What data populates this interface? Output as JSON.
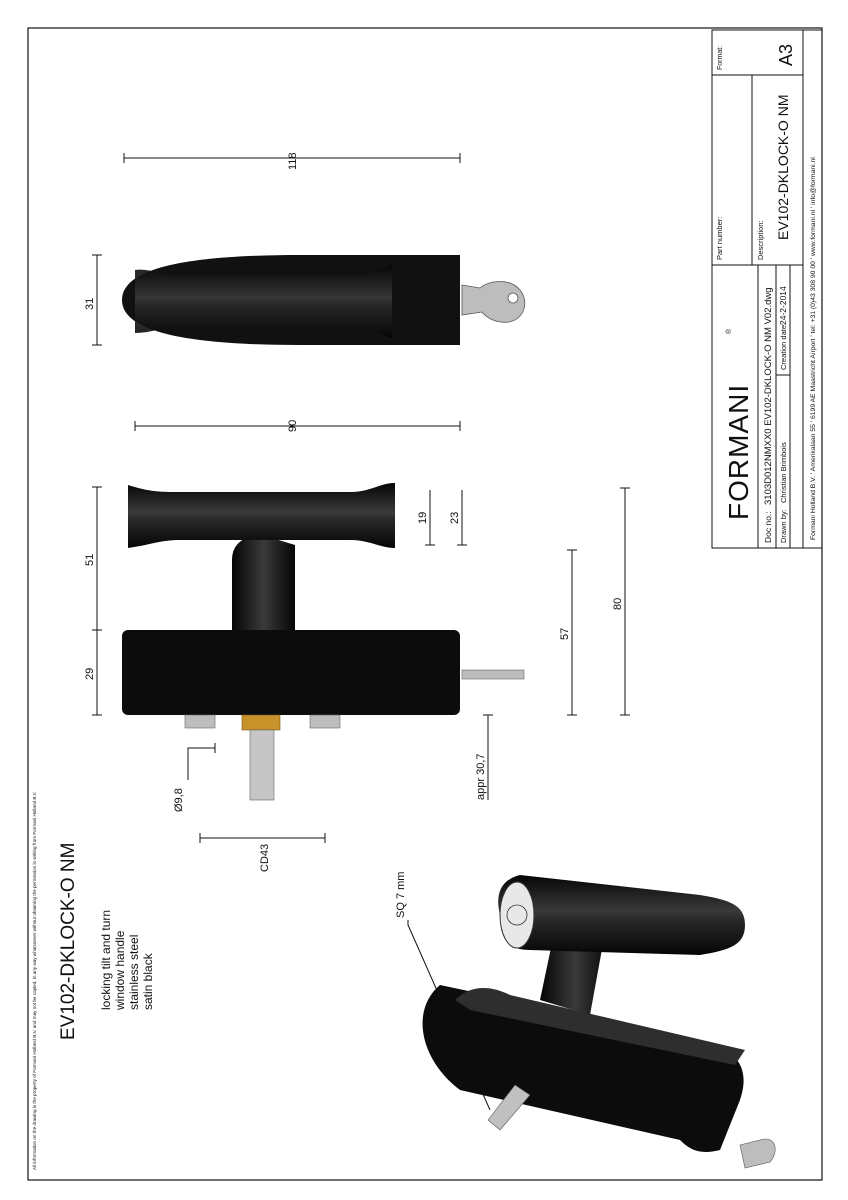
{
  "disclaimer": "All information on the drawing is the property of Formani Holland B.V. and may not be copied, in any way whatsoever without obtaining the permission in writing from Formani Holland B.V.",
  "title": "EV102-DKLOCK-O NM",
  "description_lines": [
    "locking tilt and turn",
    "window handle",
    "stainless steel",
    "satin black"
  ],
  "dimensions": {
    "d118": "118",
    "d31": "31",
    "d90": "90",
    "d51": "51",
    "d29": "29",
    "d19": "19",
    "d23": "23",
    "d57": "57",
    "d80": "80",
    "d_dia": "Ø9,8",
    "d_appr": "appr 30,7",
    "d_cd": "CD43",
    "d_sq": "SQ 7 mm"
  },
  "title_block": {
    "logo": "FORMANI",
    "logo_mark": "®",
    "part_number_label": "Part number:",
    "description_label": "Description:",
    "description_value": "EV102-DKLOCK-O NM",
    "format_label": "Format:",
    "format_value": "A3",
    "doc_no_label": "Doc no.:",
    "doc_no_value": "3103D012NMXX0 EV102-DKLOCK-O NM V02.dwg",
    "drawn_by_label": "Drawn by:",
    "drawn_by_value": "Christian Brimbois",
    "creation_date_label": "Creation date:",
    "creation_date_value": "24-2-2014",
    "footer": "Formani Holland B.V. ' Amerikalaan 55 ' 6199 AE Maastricht Airport ' tel: +31 (0)43 308 90 00 ' www.formani.nl ' info@formani.nl"
  },
  "colors": {
    "product": "#111111",
    "steel": "#b9b9b9",
    "brass": "#c8922a"
  }
}
